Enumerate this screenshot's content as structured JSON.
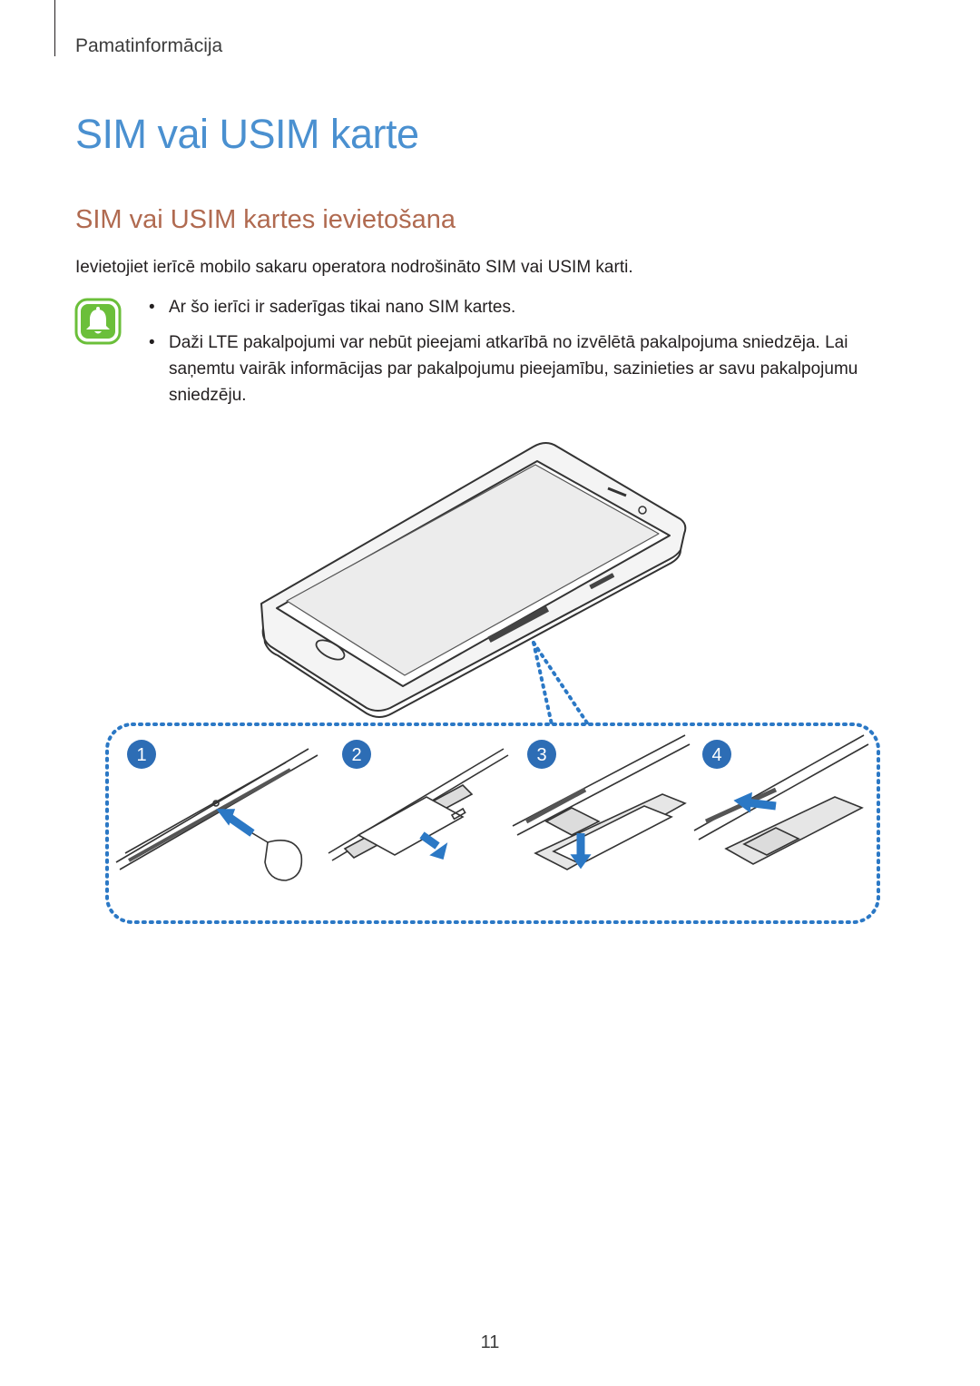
{
  "header": {
    "section": "Pamatinformācija"
  },
  "title": "SIM vai USIM karte",
  "subtitle": "SIM vai USIM kartes ievietošana",
  "intro": "Ievietojiet ierīcē mobilo sakaru operatora nodrošināto SIM vai USIM karti.",
  "note": {
    "icon": "bell-icon",
    "items": [
      "Ar šo ierīci ir saderīgas tikai nano SIM kartes.",
      "Daži LTE pakalpojumi var nebūt pieejami atkarībā no izvēlētā pakalpojuma sniedzēja. Lai saņemtu vairāk informācijas par pakalpojumu pieejamību, sazinieties ar savu pakalpojumu sniedzēju."
    ]
  },
  "steps": [
    "1",
    "2",
    "3",
    "4"
  ],
  "colors": {
    "title": "#4a90d0",
    "subtitle": "#b06a50",
    "step": "#2d6db5",
    "note_icon": "#6bbf3a",
    "arrow": "#2b78c5"
  },
  "page_number": "11"
}
